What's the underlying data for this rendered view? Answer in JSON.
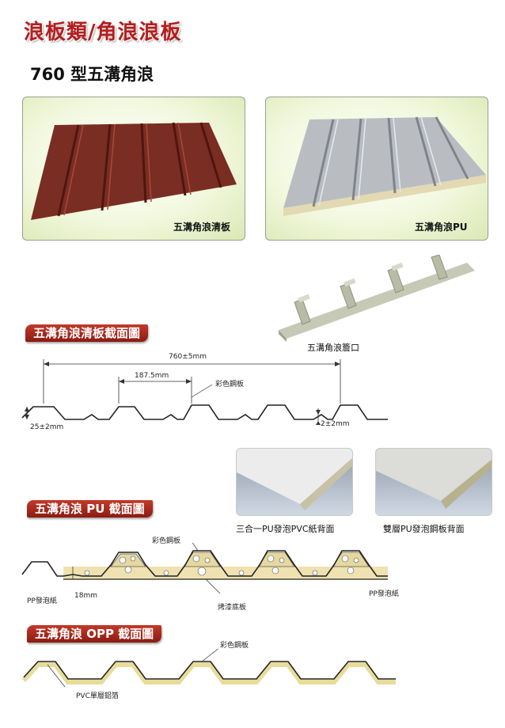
{
  "page": {
    "title": "浪板類/角浪浪板",
    "subtitle": "760 型五溝角浪"
  },
  "photos": [
    {
      "caption": "五溝角浪清板",
      "color": "#7a2d22"
    },
    {
      "caption": "五溝角浪PU",
      "color": "#b8bcc0"
    }
  ],
  "eaves": {
    "caption": "五溝角浪簷口",
    "color": "#c8cbb9"
  },
  "section_clear": {
    "label": "五溝角浪清板截面圖",
    "total_width": "760±5mm",
    "pitch": "187.5mm",
    "steel_label": "彩色鋼板",
    "rib_height": "25±2mm",
    "small_rib": "2±2mm"
  },
  "swatches": [
    {
      "caption": "三合一PU發泡PVC紙背面"
    },
    {
      "caption": "雙層PU發泡鋼板背面"
    }
  ],
  "section_pu": {
    "label": "五溝角浪 PU 截面圖",
    "steel_label": "彩色鋼板",
    "pp_left": "PP發泡紙",
    "thickness": "18mm",
    "bottom_label": "烤漆底板",
    "pp_right": "PP發泡紙"
  },
  "section_opp": {
    "label": "五溝角浪 OPP 截面圖",
    "steel_label": "彩色鋼板",
    "foil_label": "PVC單層鋁箔"
  }
}
